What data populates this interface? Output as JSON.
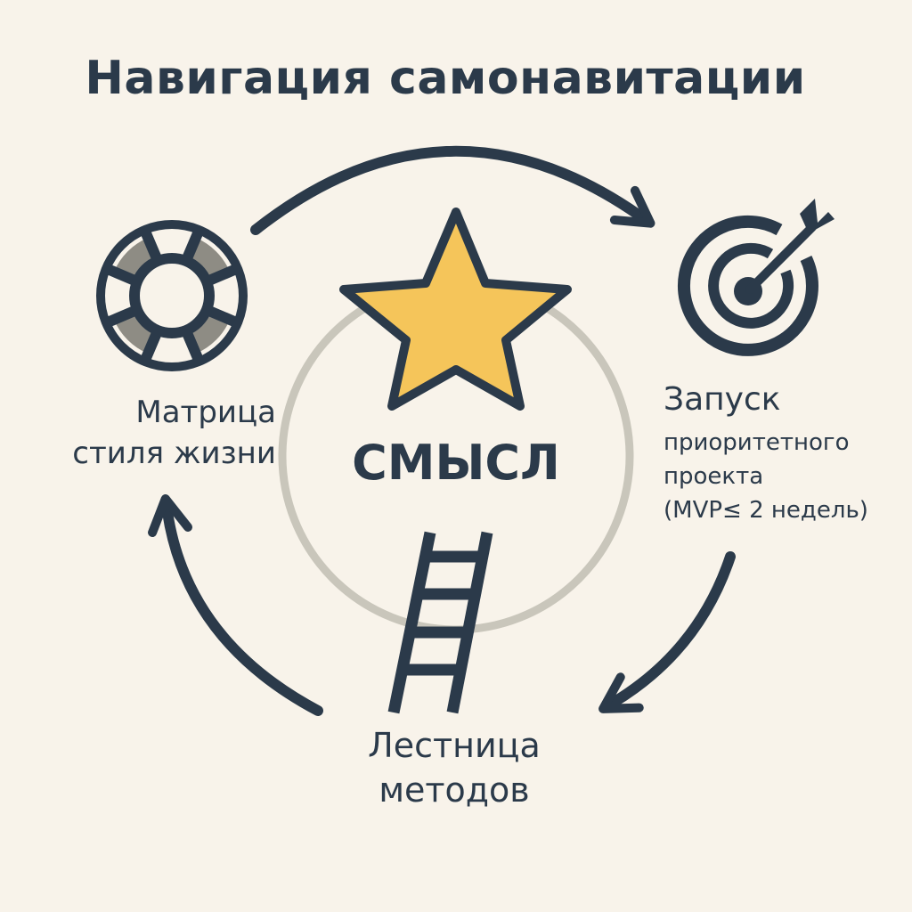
{
  "title": "Навигация самонавитации",
  "center": {
    "label": "СМЫСЛ"
  },
  "nodes": {
    "left": {
      "line1": "Матрица",
      "line2": "стиля жизни",
      "icon": "lifebuoy-icon"
    },
    "right": {
      "title": "Запуск",
      "line2": "приоритетного",
      "line3": "проекта",
      "line4": "(MVP≤ 2 недель)",
      "icon": "target-icon"
    },
    "bottom": {
      "line1": "Лестница",
      "line2": "методов",
      "icon": "ladder-icon"
    }
  },
  "colors": {
    "ink": "#2b3a4a",
    "background": "#f8f3ea",
    "star": "#f5c55a",
    "ring": "#c9c6bb",
    "accent_gray": "#8e8c84"
  }
}
